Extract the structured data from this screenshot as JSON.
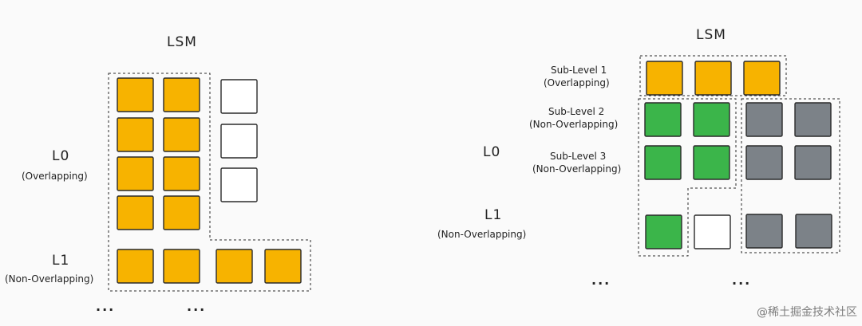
{
  "left": {
    "title": "LSM",
    "l0": {
      "name": "L0",
      "desc": "(Overlapping)"
    },
    "l1": {
      "name": "L1",
      "desc": "(Non-Overlapping)"
    },
    "ellipsis": [
      "...",
      "..."
    ]
  },
  "right": {
    "title": "LSM",
    "l0": {
      "name": "L0"
    },
    "l1": {
      "name": "L1",
      "desc": "(Non-Overlapping)"
    },
    "sublevels": [
      {
        "name": "Sub-Level 1",
        "desc": "(Overlapping)"
      },
      {
        "name": "Sub-Level 2",
        "desc": "(Non-Overlapping)"
      },
      {
        "name": "Sub-Level 3",
        "desc": "(Non-Overlapping)"
      }
    ],
    "ellipsis": [
      "...",
      "..."
    ]
  },
  "watermark": "@稀土掘金技术社区",
  "colors": {
    "orange": "#f7b300",
    "green": "#3bb54a",
    "gray": "#7c8288",
    "white": "#ffffff",
    "stroke": "#2a2a2a"
  }
}
